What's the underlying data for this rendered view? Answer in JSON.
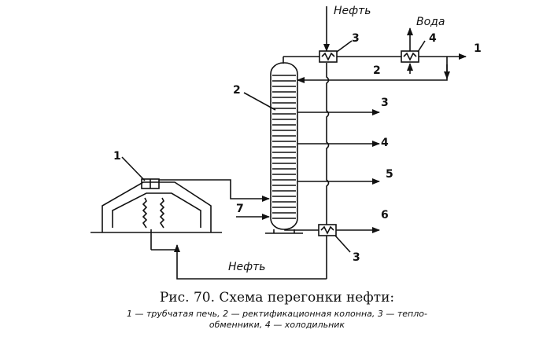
{
  "flow_labels": {
    "oil_in_top": "Нефть",
    "water": "Вода",
    "oil_bottom": "Нефть"
  },
  "callouts": {
    "furnace": "1",
    "product_1": "1",
    "column": "2",
    "reflux_2": "2",
    "exchanger_top": "3",
    "exchanger_bottom": "3",
    "product_3": "3",
    "cooler_4": "4",
    "product_4": "4",
    "product_5": "5",
    "product_6": "6",
    "steam_7": "7"
  },
  "caption": {
    "title": "Рис. 70. Схема перегонки нефти:",
    "legend_line1": "1 — трубчатая печь, 2 — ректификационная колонна, 3 — тепло-",
    "legend_line2": "обменники, 4 — холодильник"
  },
  "colors": {
    "ink": "#111111",
    "background": "#ffffff"
  }
}
